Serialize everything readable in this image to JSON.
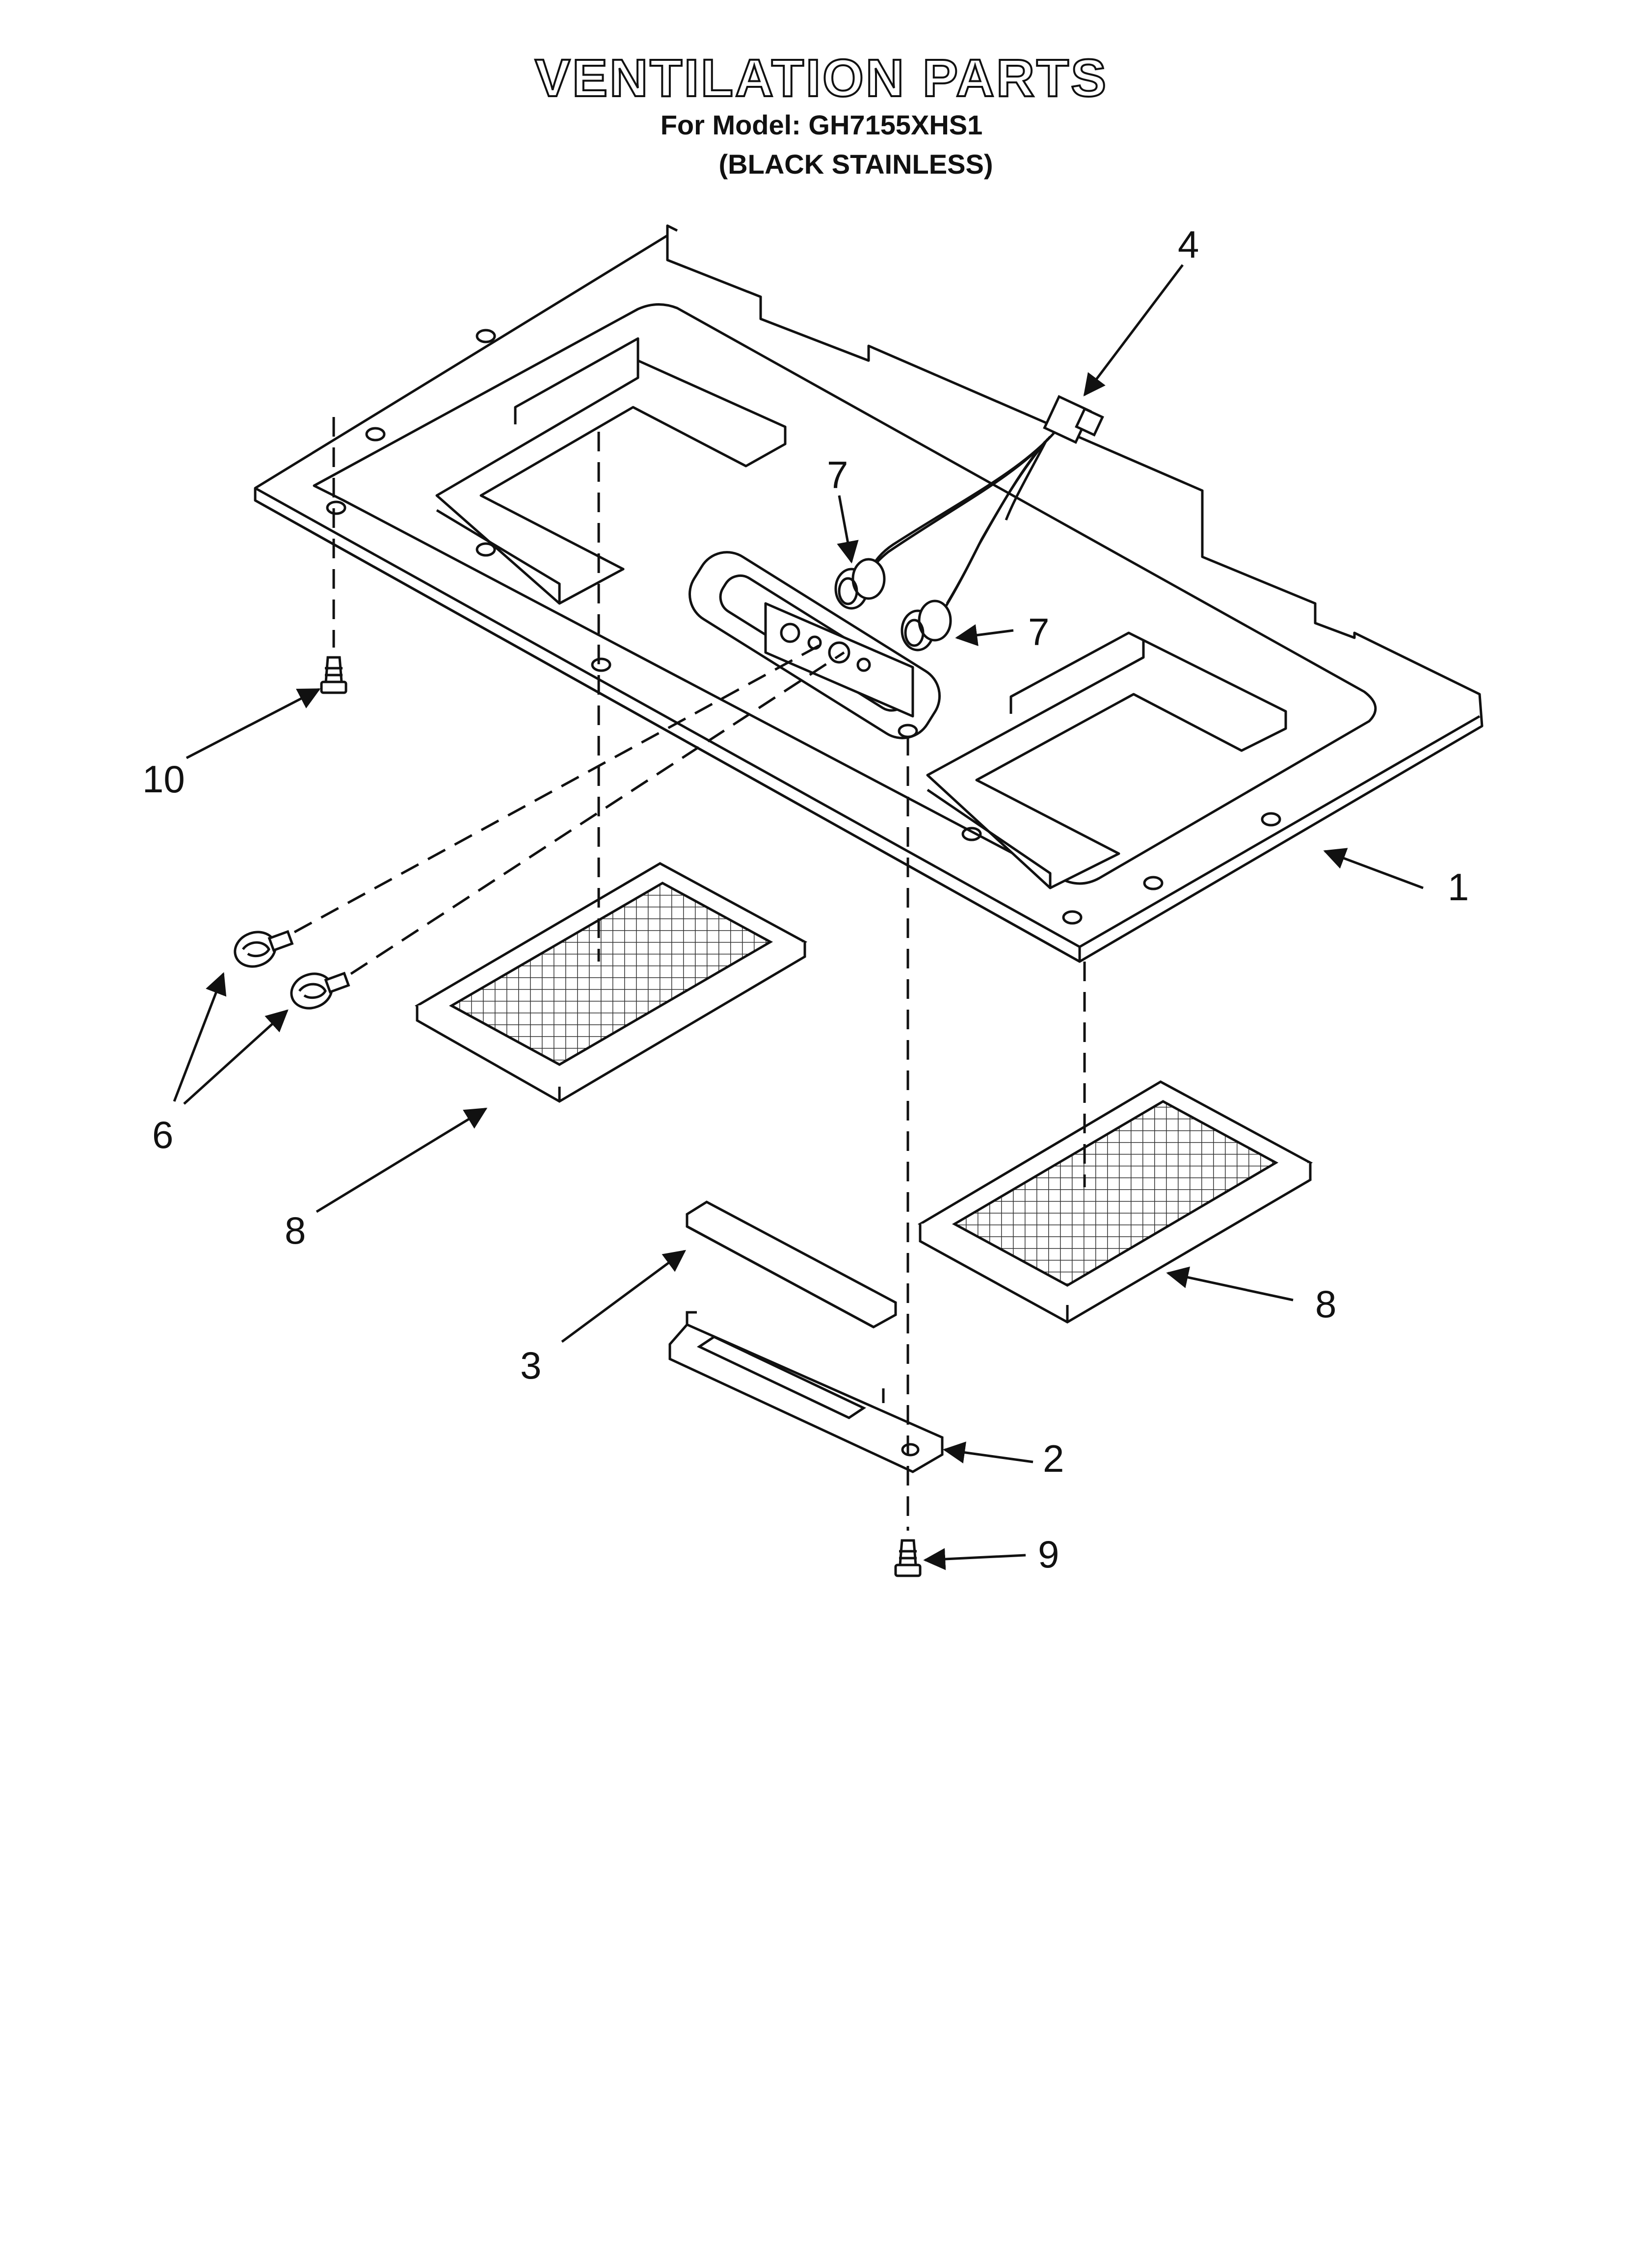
{
  "header": {
    "title": "VENTILATION PARTS",
    "model_line": "For Model: GH7155XHS1",
    "finish_line": "(BLACK STAINLESS)"
  },
  "callouts": [
    "1",
    "2",
    "3",
    "4",
    "6",
    "7",
    "8",
    "9",
    "10"
  ]
}
